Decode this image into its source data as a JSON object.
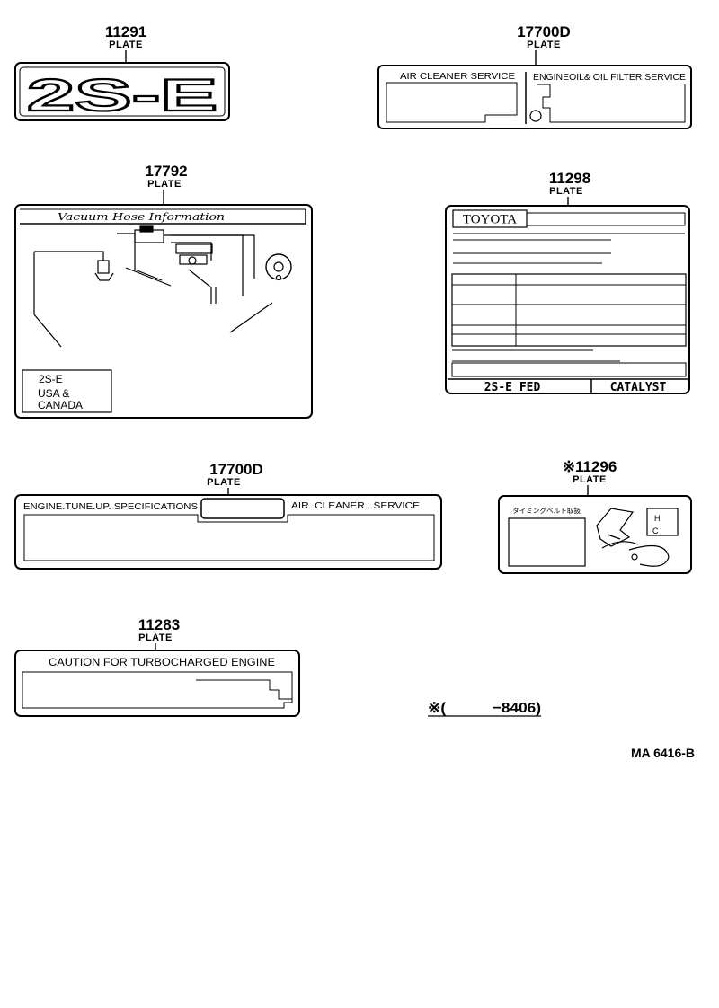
{
  "plates": [
    {
      "id": "11291",
      "part_number": "11291",
      "label": "PLATE",
      "text": "2S-E"
    },
    {
      "id": "17700D_a",
      "part_number": "17700D",
      "label": "PLATE",
      "section_left": "AIR CLEANER SERVICE",
      "section_right": "ENGINEOIL& OIL FILTER SERVICE"
    },
    {
      "id": "17792",
      "part_number": "17792",
      "label": "PLATE",
      "title": "Vacuum Hose Information",
      "box_line1": "2S-E",
      "box_line2": "USA &",
      "box_line3": "CANADA"
    },
    {
      "id": "11298",
      "part_number": "11298",
      "label": "PLATE",
      "brand": "TOYOTA",
      "footer_left": "2S-E FED",
      "footer_right": "CATALYST"
    },
    {
      "id": "17700D_b",
      "part_number": "17700D",
      "label": "PLATE",
      "section_left": "ENGINE.TUNE.UP. SPECIFICATIONS",
      "section_right": "AIR..CLEANER.. SERVICE"
    },
    {
      "id": "11296",
      "part_number": "※11296",
      "label": "PLATE",
      "jp_text": "タイミングベルト取扱"
    },
    {
      "id": "11283",
      "part_number": "11283",
      "label": "PLATE",
      "title": "CAUTION FOR TURBOCHARGED ENGINE"
    }
  ],
  "footnote": "※(　　　−8406)",
  "figure_code": "MA 6416-B"
}
